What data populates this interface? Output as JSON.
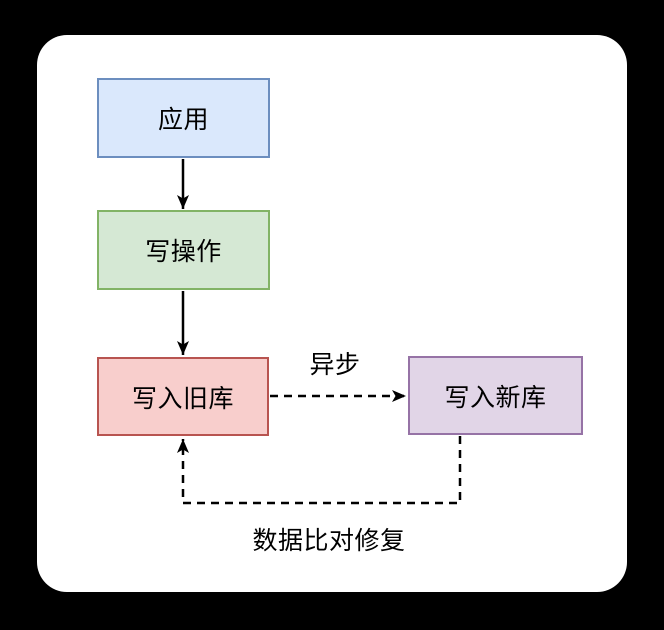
{
  "diagram": {
    "background_color": "#000000",
    "panel_color": "#ffffff",
    "text_color": "#000000",
    "line_color": "#000000",
    "nodes": [
      {
        "id": "app",
        "label": "应用",
        "fill": "#dae8fc",
        "stroke": "#6c8ebf"
      },
      {
        "id": "write-op",
        "label": "写操作",
        "fill": "#d5e8d4",
        "stroke": "#82b366"
      },
      {
        "id": "write-old-db",
        "label": "写入旧库",
        "fill": "#f8cecc",
        "stroke": "#b85450"
      },
      {
        "id": "write-new-db",
        "label": "写入新库",
        "fill": "#e1d5e7",
        "stroke": "#9673a6"
      }
    ],
    "edges": [
      {
        "from": "app",
        "to": "write-op",
        "style": "solid",
        "label": ""
      },
      {
        "from": "write-op",
        "to": "write-old-db",
        "style": "solid",
        "label": ""
      },
      {
        "from": "write-old-db",
        "to": "write-new-db",
        "style": "dashed",
        "label": "异步"
      },
      {
        "from": "write-new-db",
        "to": "write-old-db",
        "style": "dashed",
        "label": "数据比对修复"
      }
    ]
  }
}
